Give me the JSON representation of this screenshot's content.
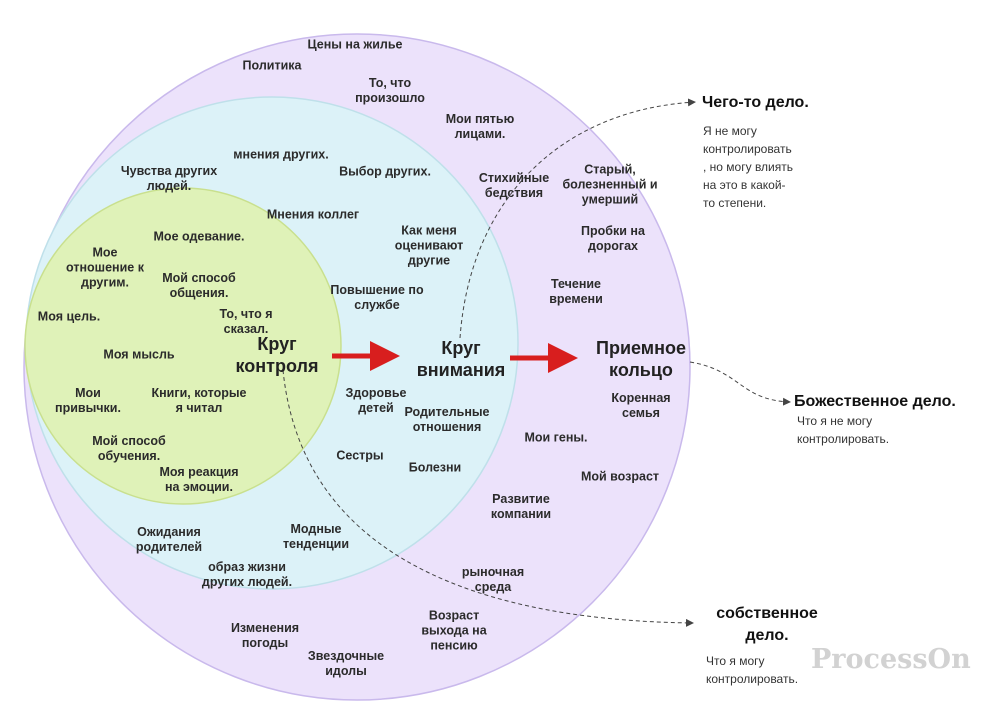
{
  "circles": {
    "control": {
      "title": "Круг\nконтроля",
      "color": "#dff2b8"
    },
    "attention": {
      "title": "Круг\nвнимания",
      "color": "#dcf2f8"
    },
    "acceptance": {
      "title": "Приемное\nкольцо",
      "color": "#ece2fb"
    }
  },
  "control_items": [
    "Мое одевание.",
    "Мое\nотношение к\nдругим.",
    "Мой способ\nобщения.",
    "Моя цель.",
    "То, что я\nсказал.",
    "Моя мысль",
    "Мои\nпривычки.",
    "Книги, которые\nя читал",
    "Мой способ\nобучения.",
    "Моя реакция\nна эмоции."
  ],
  "attention_items": [
    "мнения других.",
    "Чувства других\nлюдей.",
    "Выбор других.",
    "Мнения коллег",
    "Как меня\nоценивают\nдругие",
    "Повышение по\nслужбе",
    "Здоровье\nдетей",
    "Родительные\nотношения",
    "Сестры",
    "Болезни",
    "Модные\nтенденции",
    "Ожидания\nродителей",
    "образ жизни\nдругих людей."
  ],
  "acceptance_items": [
    "Цены на жилье",
    "Политика",
    "То, что\nпроизошло",
    "Мои пятью\nлицами.",
    "Стихийные\nбедствия",
    "Старый,\nболезненный и\nумерший",
    "Пробки на\nдорогах",
    "Течение\nвремени",
    "Коренная\nсемья",
    "Мои гены.",
    "Мой возраст",
    "Развитие\nкомпании",
    "рыночная\nсреда",
    "Возраст\nвыхода на\nпенсию",
    "Изменения\nпогоды",
    "Звездочные\nидолы"
  ],
  "side_notes": {
    "someone": {
      "title": "Чего-то дело.",
      "text": "Я не могу\nконтролировать\n, но могу влиять\nна это в какой-\nто степени."
    },
    "divine": {
      "title": "Божественное дело.",
      "text": "Что я не могу\nконтролировать."
    },
    "own": {
      "title": "собственное\nдело.",
      "text": "Что я могу\nконтролировать."
    }
  },
  "watermark": "ProcessOn",
  "colors": {
    "arrow_red": "#d81e1e",
    "dashed": "#444444"
  }
}
